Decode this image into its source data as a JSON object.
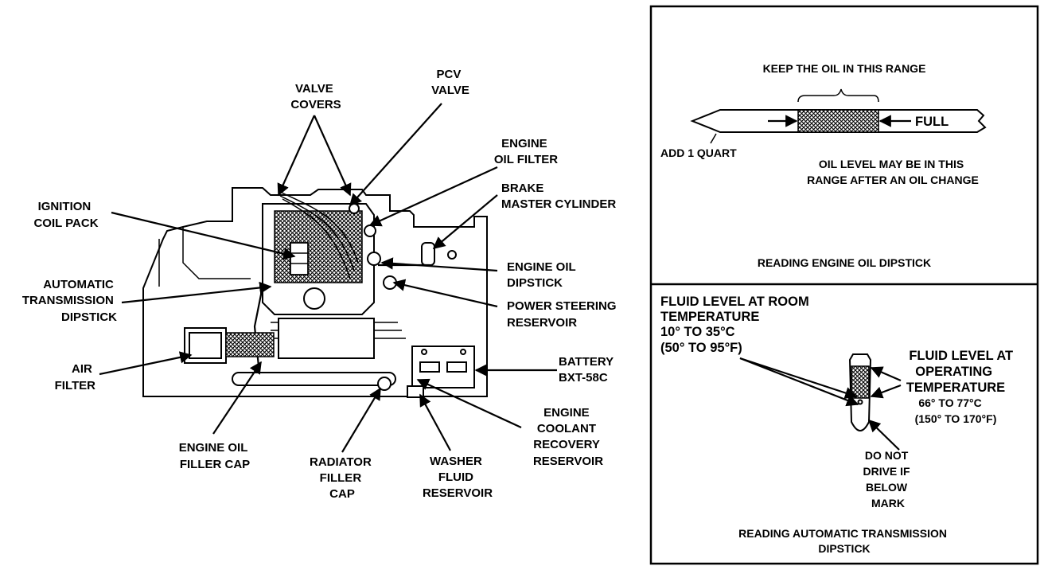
{
  "engine_diagram": {
    "labels": {
      "valve_covers": [
        "VALVE",
        "COVERS"
      ],
      "pcv_valve": [
        "PCV",
        "VALVE"
      ],
      "engine_oil_filter": [
        "ENGINE",
        "OIL FILTER"
      ],
      "brake_master_cylinder": [
        "BRAKE",
        "MASTER CYLINDER"
      ],
      "ignition_coil_pack": [
        "IGNITION",
        "COIL PACK"
      ],
      "engine_oil_dipstick": [
        "ENGINE OIL",
        "DIPSTICK"
      ],
      "automatic_transmission_dipstick": [
        "AUTOMATIC",
        "TRANSMISSION",
        "DIPSTICK"
      ],
      "power_steering_reservoir": [
        "POWER STEERING",
        "RESERVOIR"
      ],
      "air_filter": [
        "AIR",
        "FILTER"
      ],
      "battery": [
        "BATTERY",
        "BXT-58C"
      ],
      "engine_coolant_recovery_reservoir": [
        "ENGINE",
        "COOLANT",
        "RECOVERY",
        "RESERVOIR"
      ],
      "engine_oil_filler_cap": [
        "ENGINE OIL",
        "FILLER CAP"
      ],
      "radiator_filler_cap": [
        "RADIATOR",
        "FILLER",
        "CAP"
      ],
      "washer_fluid_reservoir": [
        "WASHER",
        "FLUID",
        "RESERVOIR"
      ]
    }
  },
  "oil_dipstick_panel": {
    "keep_range": "KEEP THE OIL IN THIS RANGE",
    "full": "FULL",
    "add_quart": "ADD 1 QUART",
    "after_change": [
      "OIL LEVEL MAY BE IN THIS",
      "RANGE AFTER AN OIL CHANGE"
    ],
    "caption": "READING ENGINE OIL DIPSTICK"
  },
  "transmission_dipstick_panel": {
    "room_temp": [
      "FLUID LEVEL AT ROOM",
      "TEMPERATURE",
      "10° TO 35°C",
      "(50° TO 95°F)"
    ],
    "operating_temp": [
      "FLUID LEVEL AT",
      "OPERATING",
      "TEMPERATURE",
      "66° TO 77°C",
      "(150° TO 170°F)"
    ],
    "do_not_drive": [
      "DO NOT",
      "DRIVE IF",
      "BELOW",
      "MARK"
    ],
    "caption": [
      "READING AUTOMATIC TRANSMISSION",
      "DIPSTICK"
    ]
  }
}
